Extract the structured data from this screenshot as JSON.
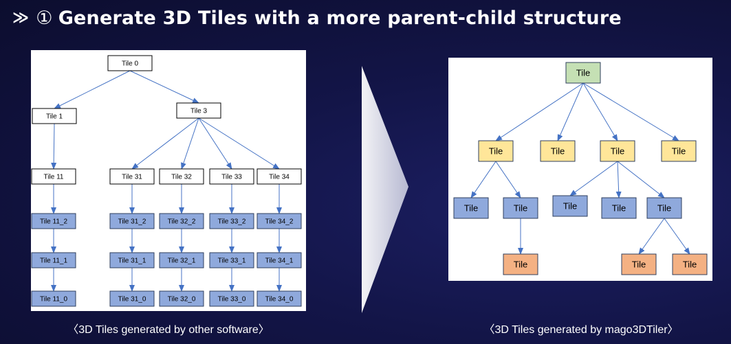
{
  "header": {
    "chevron": "≫",
    "number": "①",
    "text": "Generate 3D Tiles with a more parent-child structure"
  },
  "left_diagram": {
    "caption": "〈3D Tiles generated by other software〉",
    "nodes": [
      {
        "id": "t0",
        "label": "Tile 0",
        "style": "plain"
      },
      {
        "id": "t1",
        "label": "Tile 1",
        "style": "plain"
      },
      {
        "id": "t3",
        "label": "Tile 3",
        "style": "plain"
      },
      {
        "id": "t11",
        "label": "Tile 11",
        "style": "plain"
      },
      {
        "id": "t31",
        "label": "Tile 31",
        "style": "plain"
      },
      {
        "id": "t32",
        "label": "Tile 32",
        "style": "plain"
      },
      {
        "id": "t33",
        "label": "Tile 33",
        "style": "plain"
      },
      {
        "id": "t34",
        "label": "Tile 34",
        "style": "plain"
      },
      {
        "id": "t11_2",
        "label": "Tile 11_2",
        "style": "blue"
      },
      {
        "id": "t31_2",
        "label": "Tile 31_2",
        "style": "blue"
      },
      {
        "id": "t32_2",
        "label": "Tile 32_2",
        "style": "blue"
      },
      {
        "id": "t33_2",
        "label": "Tile 33_2",
        "style": "blue"
      },
      {
        "id": "t34_2",
        "label": "Tile 34_2",
        "style": "blue"
      },
      {
        "id": "t11_1",
        "label": "Tile 11_1",
        "style": "blue"
      },
      {
        "id": "t31_1",
        "label": "Tile 31_1",
        "style": "blue"
      },
      {
        "id": "t32_1",
        "label": "Tile 32_1",
        "style": "blue"
      },
      {
        "id": "t33_1",
        "label": "Tile 33_1",
        "style": "blue"
      },
      {
        "id": "t34_1",
        "label": "Tile 34_1",
        "style": "blue"
      },
      {
        "id": "t11_0",
        "label": "Tile 11_0",
        "style": "blue"
      },
      {
        "id": "t31_0",
        "label": "Tile 31_0",
        "style": "blue"
      },
      {
        "id": "t32_0",
        "label": "Tile 32_0",
        "style": "blue"
      },
      {
        "id": "t33_0",
        "label": "Tile 33_0",
        "style": "blue"
      },
      {
        "id": "t34_0",
        "label": "Tile 34_0",
        "style": "blue"
      }
    ],
    "edges": [
      [
        "t0",
        "t1"
      ],
      [
        "t0",
        "t3"
      ],
      [
        "t1",
        "t11"
      ],
      [
        "t3",
        "t31"
      ],
      [
        "t3",
        "t32"
      ],
      [
        "t3",
        "t33"
      ],
      [
        "t3",
        "t34"
      ],
      [
        "t11",
        "t11_2"
      ],
      [
        "t31",
        "t31_2"
      ],
      [
        "t32",
        "t32_2"
      ],
      [
        "t33",
        "t33_2"
      ],
      [
        "t34",
        "t34_2"
      ],
      [
        "t11_2",
        "t11_1"
      ],
      [
        "t31_2",
        "t31_1"
      ],
      [
        "t32_2",
        "t32_1"
      ],
      [
        "t33_2",
        "t33_1"
      ],
      [
        "t34_2",
        "t34_1"
      ],
      [
        "t11_1",
        "t11_0"
      ],
      [
        "t31_1",
        "t31_0"
      ],
      [
        "t32_1",
        "t32_0"
      ],
      [
        "t33_1",
        "t33_0"
      ],
      [
        "t34_1",
        "t34_0"
      ]
    ]
  },
  "right_diagram": {
    "caption": "〈3D Tiles generated by mago3DTiler〉",
    "nodes": [
      {
        "id": "r",
        "label": "Tile",
        "style": "green"
      },
      {
        "id": "a",
        "label": "Tile",
        "style": "yellow"
      },
      {
        "id": "b",
        "label": "Tile",
        "style": "yellow"
      },
      {
        "id": "c",
        "label": "Tile",
        "style": "yellow"
      },
      {
        "id": "d",
        "label": "Tile",
        "style": "yellow"
      },
      {
        "id": "a1",
        "label": "Tile",
        "style": "blue"
      },
      {
        "id": "a2",
        "label": "Tile",
        "style": "blue"
      },
      {
        "id": "c1",
        "label": "Tile",
        "style": "blue"
      },
      {
        "id": "c2",
        "label": "Tile",
        "style": "blue"
      },
      {
        "id": "c3",
        "label": "Tile",
        "style": "blue"
      },
      {
        "id": "a2x",
        "label": "Tile",
        "style": "orange"
      },
      {
        "id": "c3x",
        "label": "Tile",
        "style": "orange"
      },
      {
        "id": "c3y",
        "label": "Tile",
        "style": "orange"
      }
    ],
    "edges": [
      [
        "r",
        "a"
      ],
      [
        "r",
        "b"
      ],
      [
        "r",
        "c"
      ],
      [
        "r",
        "d"
      ],
      [
        "a",
        "a1"
      ],
      [
        "a",
        "a2"
      ],
      [
        "a2",
        "a2x"
      ],
      [
        "c",
        "c1"
      ],
      [
        "c",
        "c2"
      ],
      [
        "c",
        "c3"
      ],
      [
        "c3",
        "c3x"
      ],
      [
        "c3",
        "c3y"
      ]
    ]
  },
  "colors": {
    "edge": "#4472c4",
    "plain_fill": "#ffffff",
    "plain_stroke": "#000000",
    "blue_fill": "#8fa9dc",
    "blue_stroke": "#2f3f5e",
    "green_fill": "#c5e0b4",
    "yellow_fill": "#ffe699",
    "orange_fill": "#f4b183"
  }
}
